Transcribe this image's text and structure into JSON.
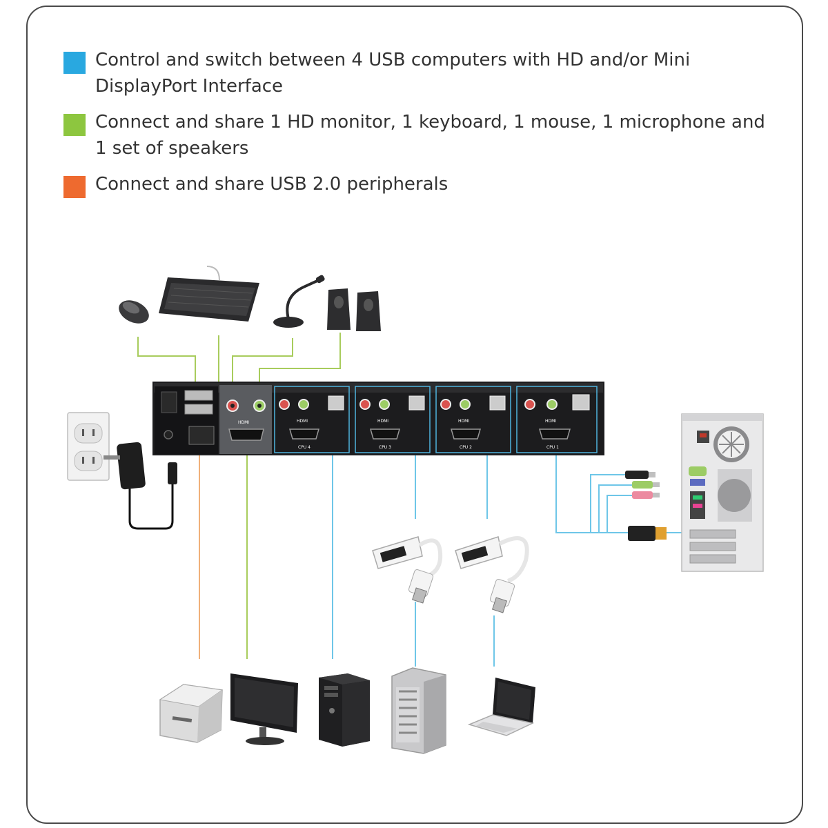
{
  "colors": {
    "blue": "#29a8e0",
    "green": "#8dc63f",
    "orange": "#ee6a2f",
    "line_blue": "#6ec6e8",
    "line_green": "#a8cc5c",
    "line_orange": "#f0b07a",
    "frame": "#4a4a4a",
    "text": "#333333",
    "kvm_body": "#1c1c1e"
  },
  "legend": [
    {
      "text": "Control and switch between 4 USB computers with HD and/or Mini DisplayPort Interface",
      "color_key": "blue"
    },
    {
      "text": "Connect and share 1 HD monitor, 1 keyboard, 1 mouse, 1 microphone and 1 set of speakers",
      "color_key": "green"
    },
    {
      "text": "Connect and share USB 2.0 peripherals",
      "color_key": "orange"
    }
  ],
  "kvm": {
    "console_hdmi_label": "HDMI",
    "cpu_ports": [
      {
        "label": "CPU 4",
        "hdmi_label": "HDMI"
      },
      {
        "label": "CPU 3",
        "hdmi_label": "HDMI"
      },
      {
        "label": "CPU 2",
        "hdmi_label": "HDMI"
      },
      {
        "label": "CPU 1",
        "hdmi_label": "HDMI"
      }
    ]
  },
  "icons": {
    "peripherals_top": [
      "mouse-icon",
      "keyboard-icon",
      "microphone-icon",
      "speakers-icon"
    ],
    "power": [
      "wall-outlet-icon",
      "power-adapter-icon"
    ],
    "adapters": [
      "mini-displayport-adapter-icon",
      "mini-displayport-adapter-icon"
    ],
    "devices_bottom": [
      "printer-icon",
      "monitor-icon",
      "tower-pc-icon",
      "mac-pro-icon",
      "laptop-icon"
    ],
    "computer_right": "desktop-computer-icon"
  }
}
